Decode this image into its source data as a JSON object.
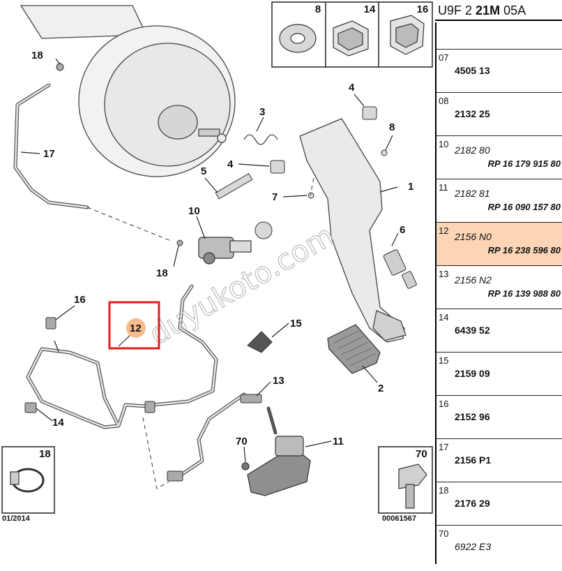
{
  "header": {
    "prefix": "U9F 2",
    "bold": "21M",
    "suffix": "05A"
  },
  "diagram": {
    "watermark": "duyukoto.com",
    "selected_callout": "12",
    "callouts": [
      "1",
      "2",
      "3",
      "4",
      "4",
      "5",
      "6",
      "7",
      "8",
      "10",
      "11",
      "12",
      "13",
      "14",
      "15",
      "16",
      "17",
      "18",
      "18",
      "70"
    ],
    "insets": [
      "8",
      "14",
      "16",
      "18",
      "70"
    ],
    "date_code": "01/2014",
    "drawing_number": "00061567"
  },
  "parts": [
    {
      "pos": "07",
      "ref": "4505 13",
      "rp": ""
    },
    {
      "pos": "08",
      "ref": "2132 25",
      "rp": ""
    },
    {
      "pos": "10",
      "ref": "2182 80",
      "rp": "RP 16 179 915 80",
      "italic": true
    },
    {
      "pos": "11",
      "ref": "2182 81",
      "rp": "RP 16 090 157 80",
      "italic": true
    },
    {
      "pos": "12",
      "ref": "2156 N0",
      "rp": "RP 16 238 596 80",
      "italic": true,
      "selected": true
    },
    {
      "pos": "13",
      "ref": "2156 N2",
      "rp": "RP 16 139 988 80",
      "italic": true
    },
    {
      "pos": "14",
      "ref": "6439 52",
      "rp": ""
    },
    {
      "pos": "15",
      "ref": "2159 09",
      "rp": ""
    },
    {
      "pos": "16",
      "ref": "2152 96",
      "rp": ""
    },
    {
      "pos": "17",
      "ref": "2156 P1",
      "rp": ""
    },
    {
      "pos": "18",
      "ref": "2176 29",
      "rp": ""
    },
    {
      "pos": "70",
      "ref": "6922 E3",
      "rp": ""
    }
  ],
  "colors": {
    "selection": "#fbd5b5",
    "highlight_box": "#e31b1b",
    "callout_dot": "#f3b27a"
  }
}
